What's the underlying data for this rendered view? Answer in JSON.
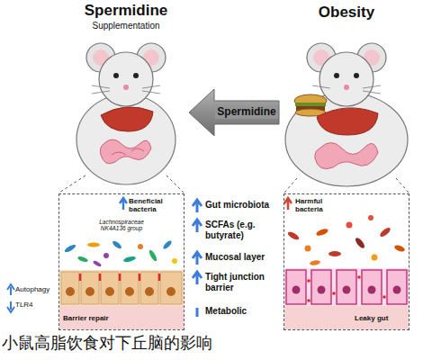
{
  "diagram": {
    "caption": "小鼠高脂饮食对下丘脑的影响",
    "nodes": [
      {
        "text": [
          "Spermidine",
          "Supplementation"
        ]
      },
      {
        "text": [
          "Obesity"
        ]
      },
      {
        "text": [
          "Beneficial bacteria",
          "Lachnospiraceae NK4A136 group",
          "Barrier repair"
        ]
      },
      {
        "text": [
          "Harmful bacteria",
          "Leaky gut"
        ]
      }
    ],
    "edges": [
      {
        "from": 1,
        "to": 0,
        "arrow": "to",
        "label": "Spermidine"
      }
    ],
    "labels": [
      "Gut microbiota",
      "SCFAs (e.g. butyrate)",
      "Mucosal layer",
      "Tight junction barrier",
      "Metabolic",
      "Autophagy",
      "TLR4"
    ]
  }
}
